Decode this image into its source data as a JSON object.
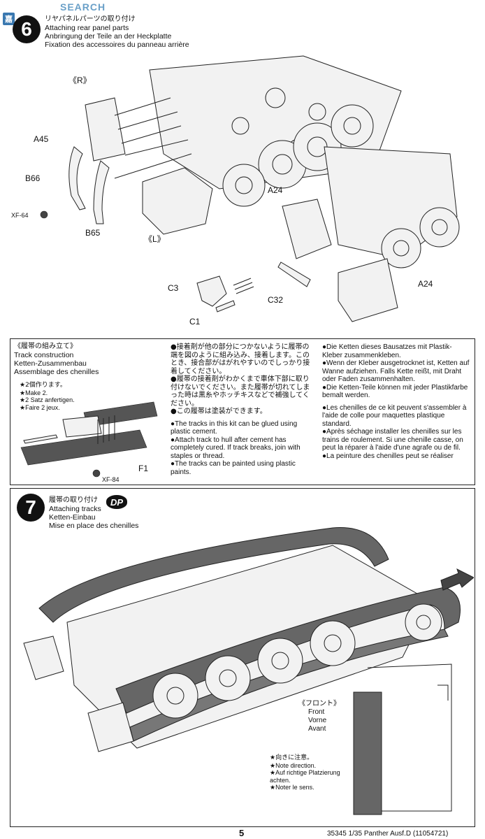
{
  "watermark": {
    "text": "SEARCH",
    "badge": "嘉"
  },
  "step6": {
    "number": "6",
    "title_jp": "リヤパネルパーツの取り付け",
    "title_en": "Attaching rear panel parts",
    "title_de": "Anbringung der Teile an der Heckplatte",
    "title_fr": "Fixation des accessoires du panneau arrière",
    "labels": {
      "r": "《R》",
      "l": "《L》",
      "a45": "A45",
      "b66": "B66",
      "xf64": "XF-64",
      "b65": "B65",
      "a24_top": "A24",
      "a24_bottom": "A24",
      "c3": "C3",
      "c1": "C1",
      "c32": "C32"
    }
  },
  "tracks_box": {
    "title_jp": "《履帯の組み立て》",
    "title_en": "Track construction",
    "title_de": "Ketten-Zusammenbau",
    "title_fr": "Assemblage des chenilles",
    "make": [
      "★2個作ります。",
      "★Make 2.",
      "★2 Satz anfertigen.",
      "★Faire 2 jeux."
    ],
    "part_f1": "F1",
    "paint": "XF-84",
    "col2": [
      "●接着剤が他の部分につかないように履帯の端を図のように組み込み、接着します。このとき、接合部がはがれやすいのでしっかり接着してください。",
      "●履帯の接着剤がわかくまで車体下部に取り付けないでください。また履帯が切れてしまった時は黒糸やホッチキスなどで補強してください。",
      "●この履帯は塗装ができます。",
      "●The tracks in this kit can be glued using plastic cement.",
      "●Attach track to hull after cement has completely cured. If track breaks, join with staples or thread.",
      "●The tracks can be painted using plastic paints."
    ],
    "col3": [
      "●Die Ketten dieses Bausatzes mit Plastik-Kleber zusammenkleben.",
      "●Wenn der Kleber ausgetrocknet ist, Ketten auf Wanne aufziehen. Falls Kette reißt, mit Draht oder Faden zusammenhalten.",
      "●Die Ketten-Teile können mit jeder Plastikfarbe bemalt werden.",
      "●Les chenilles de ce kit peuvent s'assembler à l'aide de colle pour maquettes plastique standard.",
      "●Après séchage installer les chenilles sur les trains de roulement. Si une chenille casse, on peut la réparer à l'aide d'une agrafe ou de fil.",
      "●La peinture des chenilles peut se réaliser"
    ]
  },
  "step7": {
    "number": "7",
    "badge": "DP",
    "title_jp": "履帯の取り付け",
    "title_en": "Attaching tracks",
    "title_de": "Ketten-Einbau",
    "title_fr": "Mise en place des chenilles",
    "front": [
      "《フロント》",
      "Front",
      "Vorne",
      "Avant"
    ],
    "note": [
      "★向きに注意。",
      "★Note direction.",
      "★Auf richtige Platzierung achten.",
      "★Noter le sens."
    ]
  },
  "footer": {
    "page": "5",
    "code": "35345  1/35 Panther Ausf.D (11054721)"
  }
}
